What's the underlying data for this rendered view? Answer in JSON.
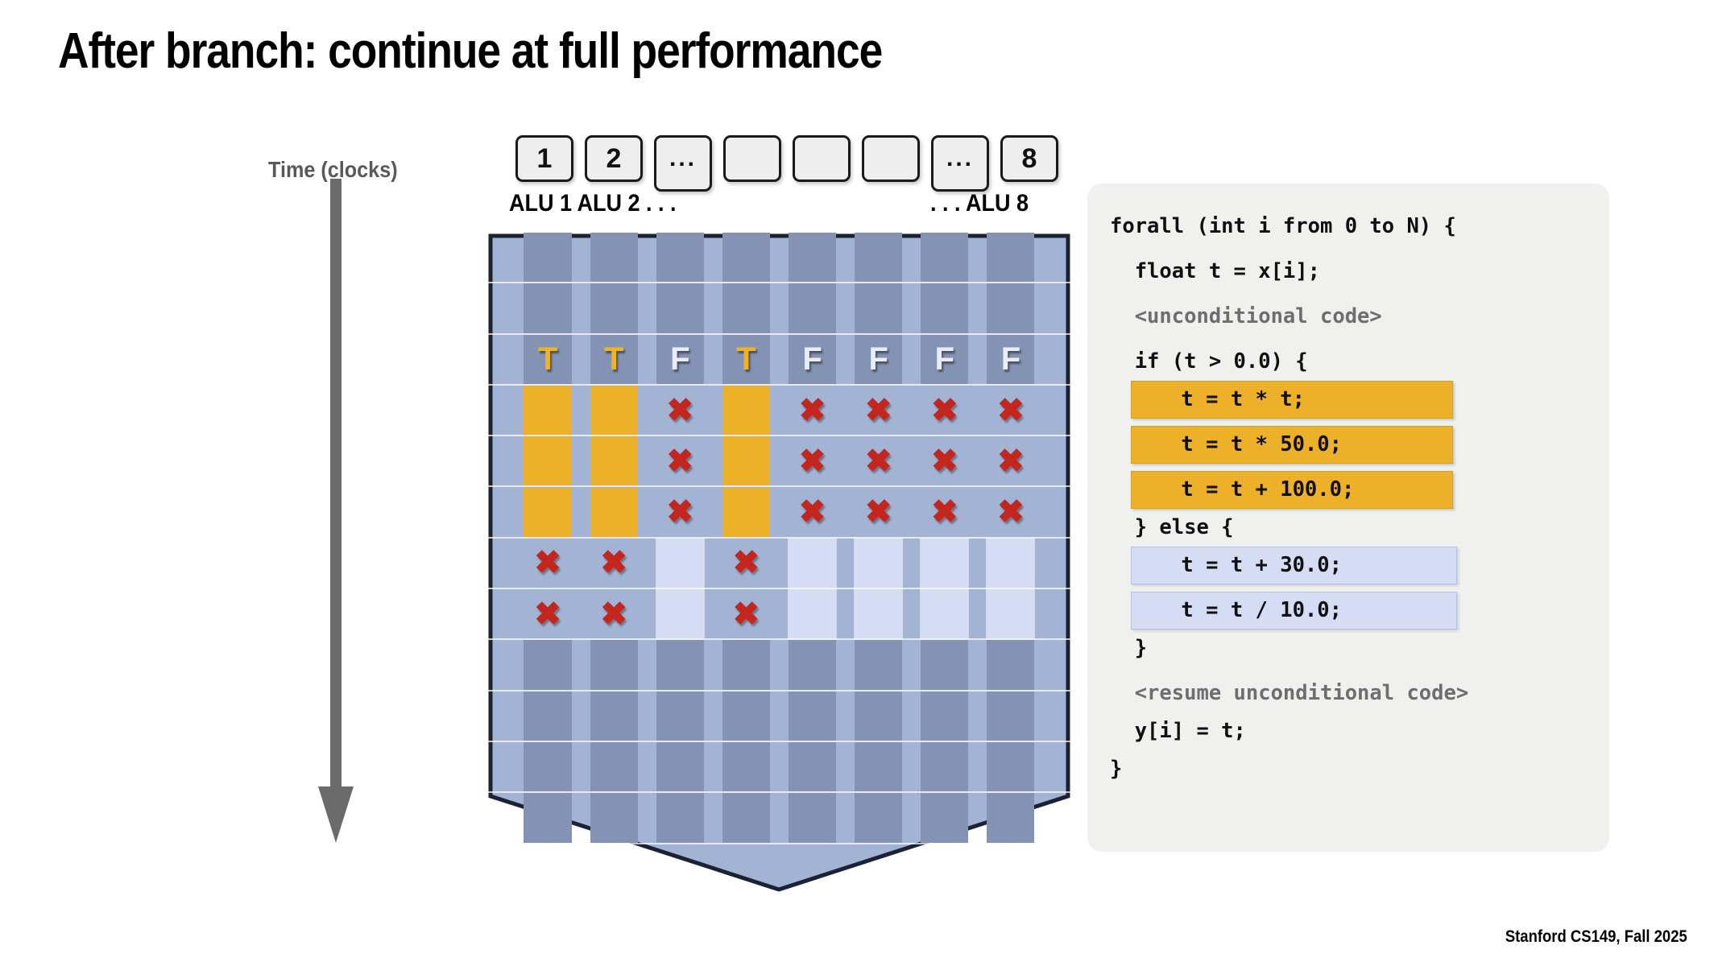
{
  "title": "After branch: continue at full performance",
  "time_axis": {
    "label": "Time (clocks)",
    "icon": "down-arrow-icon"
  },
  "alu_header": {
    "boxes": [
      "1",
      "2",
      "...",
      "",
      "",
      "",
      "...",
      "8"
    ],
    "label_left": "ALU 1  ALU 2  . . .",
    "label_right": ". . .  ALU 8"
  },
  "diagram": {
    "columns": 8,
    "rows": 12,
    "mask_row_index": 2,
    "mask": [
      "T",
      "T",
      "F",
      "T",
      "F",
      "F",
      "F",
      "F"
    ],
    "if_branch_rows": [
      3,
      4,
      5
    ],
    "else_branch_rows": [
      6,
      7
    ],
    "if_active_columns": [
      0,
      1,
      3
    ],
    "else_active_columns": [
      2,
      4,
      5,
      6,
      7
    ],
    "inactive_glyph": "✖",
    "colors": {
      "grid_fill": "#a2b3d4",
      "column_fill": "#8492b4",
      "if_bar": "#edb029",
      "else_bar": "#d4ddf4",
      "x_mark": "#c4261d",
      "true_letter": "#f0b323",
      "false_letter": "#e8edf8",
      "outline": "#1b2233"
    }
  },
  "code": {
    "lines": [
      {
        "text": "forall (int i from 0 to N) {",
        "style": "plain",
        "indent": 0,
        "gap": false
      },
      {
        "text": "  float t = x[i];",
        "style": "plain",
        "indent": 1,
        "gap": true
      },
      {
        "text": "  <unconditional code>",
        "style": "dim",
        "indent": 1,
        "gap": true
      },
      {
        "text": "  if (t > 0.0) {",
        "style": "plain",
        "indent": 1,
        "gap": true
      },
      {
        "text": "    t = t * t;",
        "style": "hl-orange",
        "indent": 2,
        "gap": false
      },
      {
        "text": "    t = t * 50.0;",
        "style": "hl-orange",
        "indent": 2,
        "gap": true
      },
      {
        "text": "    t = t + 100.0;",
        "style": "hl-orange",
        "indent": 2,
        "gap": true
      },
      {
        "text": "  } else {",
        "style": "plain",
        "indent": 1,
        "gap": false
      },
      {
        "text": "    t = t + 30.0;",
        "style": "hl-blue",
        "indent": 2,
        "gap": false
      },
      {
        "text": "    t = t / 10.0;",
        "style": "hl-blue",
        "indent": 2,
        "gap": true
      },
      {
        "text": "  }",
        "style": "plain",
        "indent": 1,
        "gap": false
      },
      {
        "text": "  <resume unconditional code>",
        "style": "dim",
        "indent": 1,
        "gap": true
      },
      {
        "text": "  y[i] = t;",
        "style": "plain",
        "indent": 1,
        "gap": false
      },
      {
        "text": "}",
        "style": "plain",
        "indent": 0,
        "gap": false
      }
    ]
  },
  "footer": "Stanford CS149, Fall 2025"
}
